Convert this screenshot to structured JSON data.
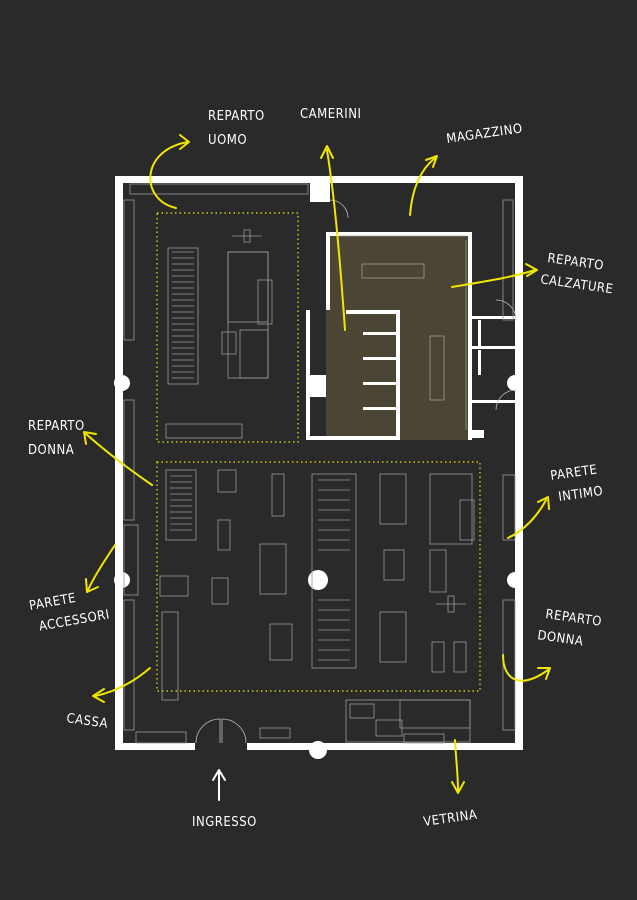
{
  "colors": {
    "background": "#2a2a2a",
    "accent": "#f2e600",
    "wall": "#ffffff",
    "fitting_area": "#4a4535"
  },
  "labels": {
    "reparto_uomo": [
      "REPARTO",
      "UOMO"
    ],
    "camerini": [
      "CAMERINI"
    ],
    "magazzino": [
      "MAGAZZINO"
    ],
    "reparto_calzature": [
      "REPARTO",
      "CALZATURE"
    ],
    "reparto_donna_left": [
      "REPARTO",
      "DONNA"
    ],
    "parete_intimo": [
      "PARETE",
      "INTIMO"
    ],
    "parete_accessori": [
      "PARETE",
      "ACCESSORI"
    ],
    "reparto_donna_right": [
      "REPARTO",
      "DONNA"
    ],
    "cassa": [
      "CASSA"
    ],
    "ingresso": [
      "INGRESSO"
    ],
    "vetrina": [
      "VETRINA"
    ]
  }
}
